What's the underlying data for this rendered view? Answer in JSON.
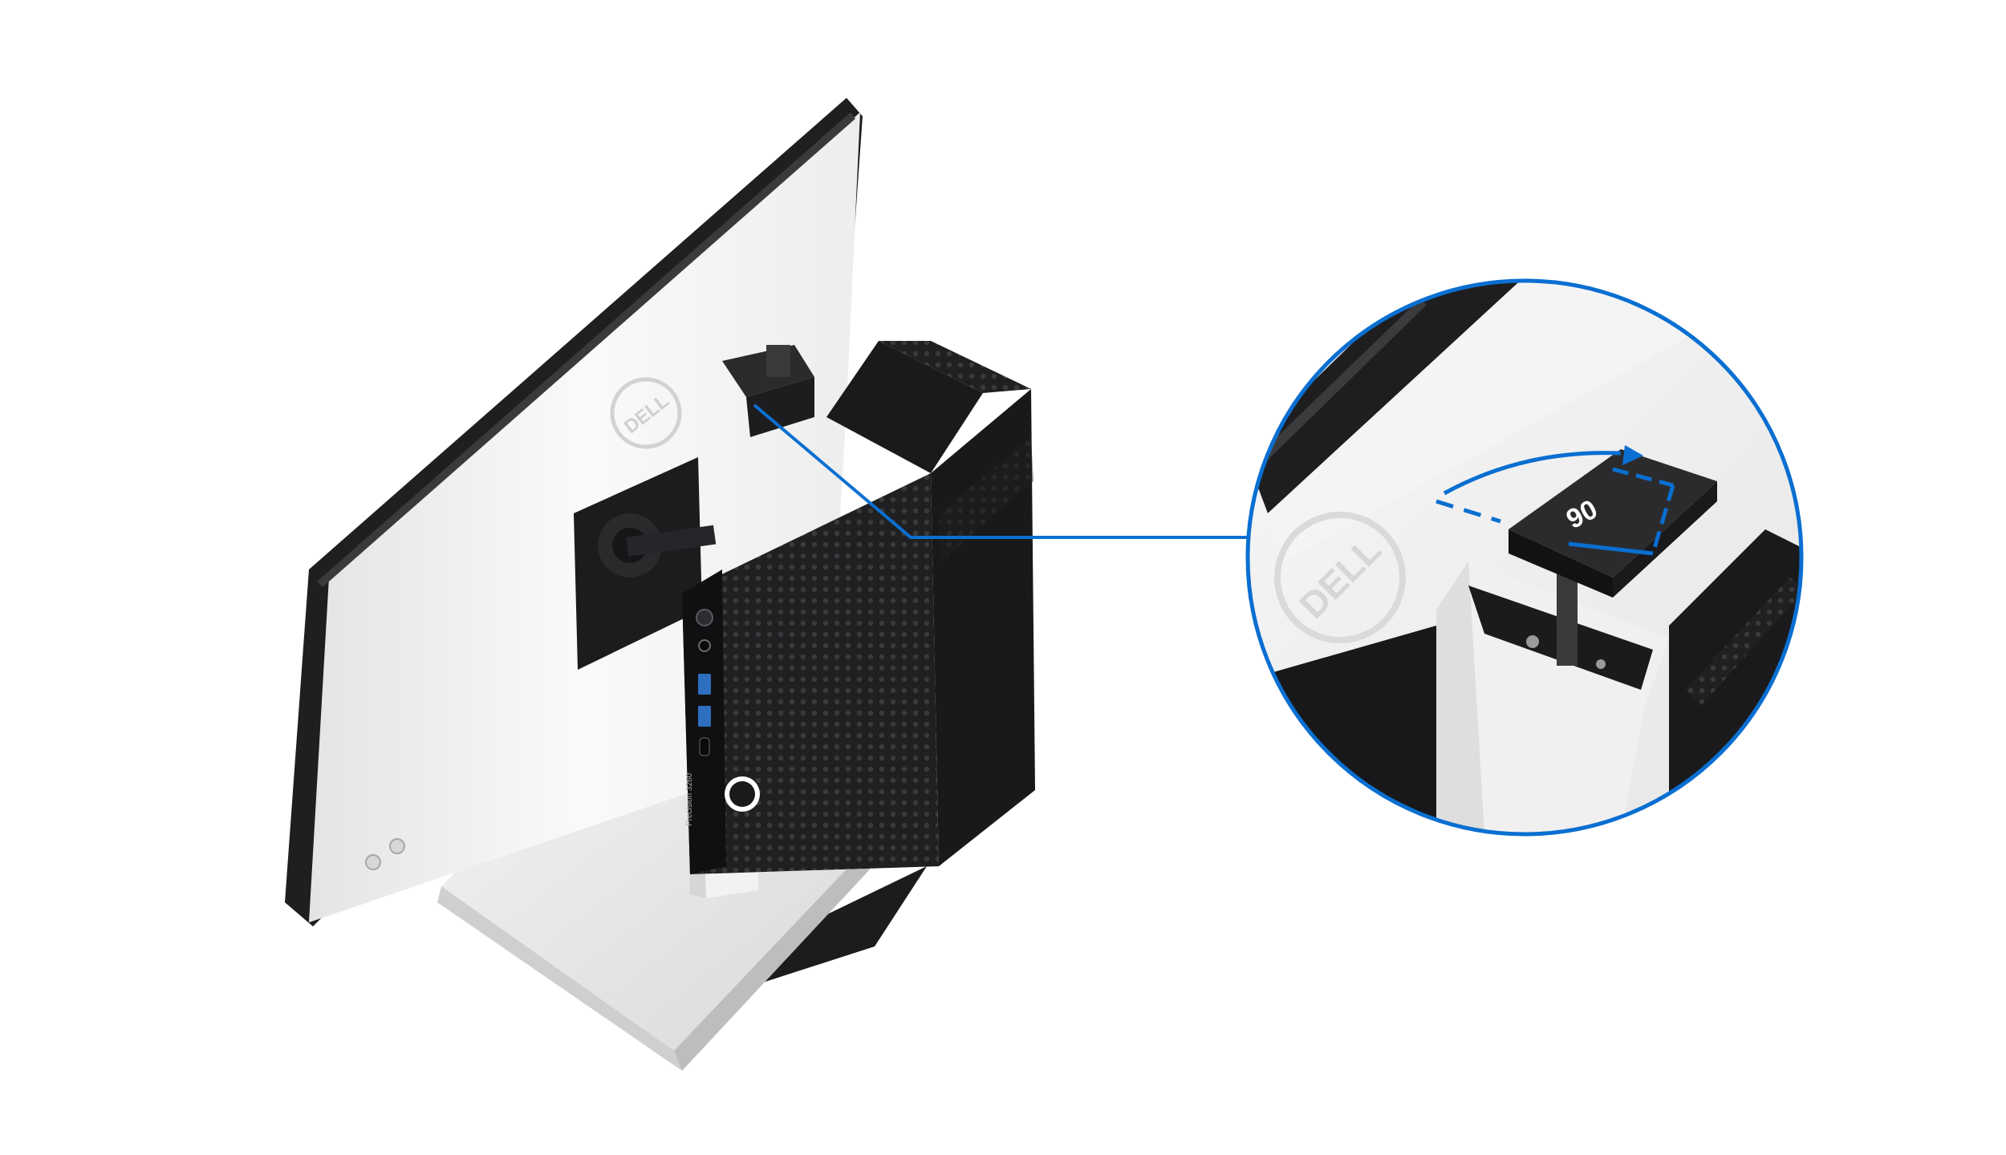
{
  "product": {
    "brand_logo_text": "DELL",
    "model_label": "Precision 3260"
  },
  "callout": {
    "rotation_label": "90"
  },
  "colors": {
    "background": "#ffffff",
    "accent_blue": "#0a6fd1",
    "device_black": "#1b1b1d",
    "monitor_white": "#f1f1f1"
  }
}
